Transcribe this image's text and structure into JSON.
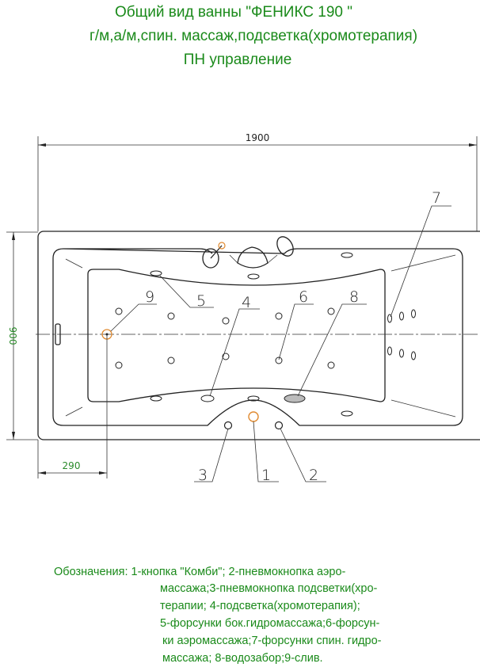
{
  "title": {
    "line1": "Общий вид ванны \"ФЕНИКС 190 \"",
    "line2": "г/м,а/м,спин. массаж,подсветка(хромотерапия)",
    "line3": "ПН управление"
  },
  "dimensions": {
    "length": "1900",
    "width": "900",
    "drain_offset": "290"
  },
  "callouts": [
    "1",
    "2",
    "3",
    "4",
    "5",
    "6",
    "7",
    "8",
    "9"
  ],
  "legend": {
    "lines": [
      "Обозначения: 1-кнопка \"Комби\"; 2-пневмокнопка аэро-",
      "массажа;3-пневмокнопка подсветки(хро-",
      "терапии; 4-подсветка(хромотерапия);",
      "5-форсунки бок.гидромассажа;6-форсун-",
      "ки аэромассажа;7-форсунки спин. гидро-",
      "массажа; 8-водозабор;9-слив."
    ]
  },
  "colors": {
    "text_green": "#1a8a1a",
    "line": "#222222",
    "accent_orange": "#e08a30"
  }
}
